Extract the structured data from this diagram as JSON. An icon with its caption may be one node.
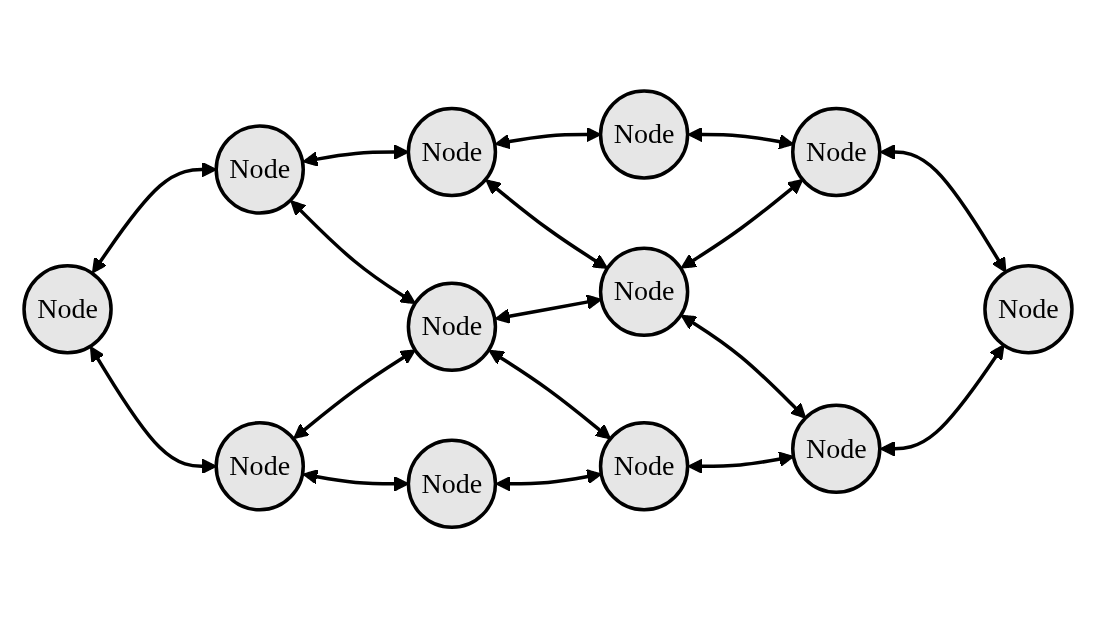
{
  "diagram": {
    "nodes": [
      {
        "text": [
          "Node"
        ]
      },
      {
        "text": [
          "Node"
        ]
      },
      {
        "text": [
          "Node"
        ]
      },
      {
        "text": [
          "Node"
        ]
      },
      {
        "text": [
          "Node"
        ]
      },
      {
        "text": [
          "Node"
        ]
      },
      {
        "text": [
          "Node"
        ]
      },
      {
        "text": [
          "Node"
        ]
      },
      {
        "text": [
          "Node"
        ]
      },
      {
        "text": [
          "Node"
        ]
      },
      {
        "text": [
          "Node"
        ]
      },
      {
        "text": [
          "Node"
        ]
      }
    ],
    "edges": [
      {
        "from": 0,
        "to": 1,
        "arrow": "both"
      },
      {
        "from": 1,
        "to": 2,
        "arrow": "both"
      },
      {
        "from": 2,
        "to": 3,
        "arrow": "both"
      },
      {
        "from": 0,
        "to": 4,
        "arrow": "both"
      },
      {
        "from": 1,
        "to": 5,
        "arrow": "both"
      },
      {
        "from": 2,
        "to": 6,
        "arrow": "both"
      },
      {
        "from": 3,
        "to": 7,
        "arrow": "both"
      },
      {
        "from": 4,
        "to": 5,
        "arrow": "both"
      },
      {
        "from": 5,
        "to": 6,
        "arrow": "both"
      },
      {
        "from": 6,
        "to": 7,
        "arrow": "both"
      },
      {
        "from": 4,
        "to": 8,
        "arrow": "both"
      },
      {
        "from": 5,
        "to": 9,
        "arrow": "both"
      },
      {
        "from": 6,
        "to": 10,
        "arrow": "both"
      },
      {
        "from": 7,
        "to": 11,
        "arrow": "both"
      },
      {
        "from": 8,
        "to": 9,
        "arrow": "both"
      },
      {
        "from": 9,
        "to": 10,
        "arrow": "both"
      },
      {
        "from": 10,
        "to": 11,
        "arrow": "both"
      }
    ]
  }
}
